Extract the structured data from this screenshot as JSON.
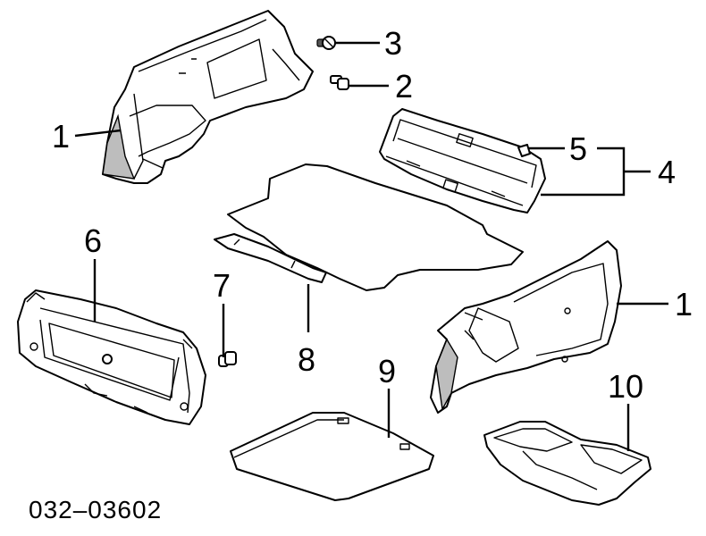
{
  "callouts": {
    "c1_upper": "1",
    "c1_lower": "1",
    "c2": "2",
    "c3": "3",
    "c4": "4",
    "c5": "5",
    "c6": "6",
    "c7": "7",
    "c8": "8",
    "c9": "9",
    "c10": "10"
  },
  "diagram_code": "032–03602"
}
